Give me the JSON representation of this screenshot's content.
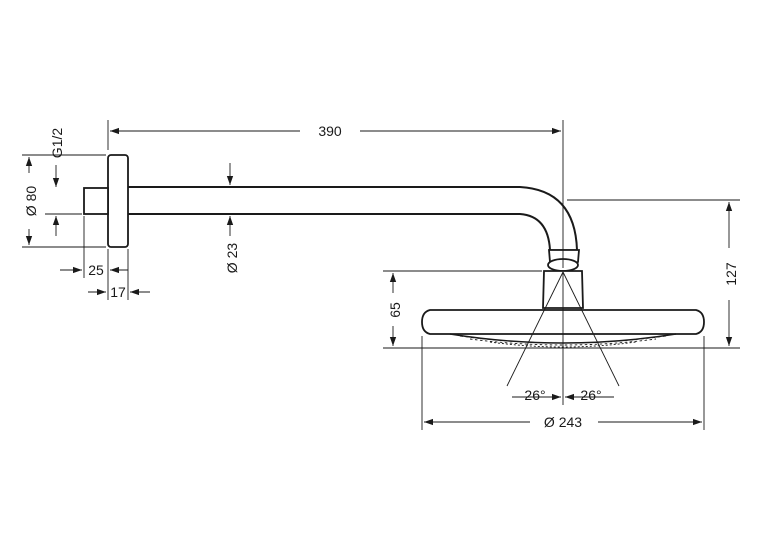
{
  "dimensions": {
    "arm_length": "390",
    "thread": "G1/2",
    "flange_diameter": "Ø 80",
    "arm_diameter": "Ø 23",
    "wall_offset": "25",
    "flange_thickness": "17",
    "height_total": "127",
    "head_height": "65",
    "spray_angle_left": "26°",
    "spray_angle_right": "26°",
    "head_diameter": "Ø 243"
  }
}
